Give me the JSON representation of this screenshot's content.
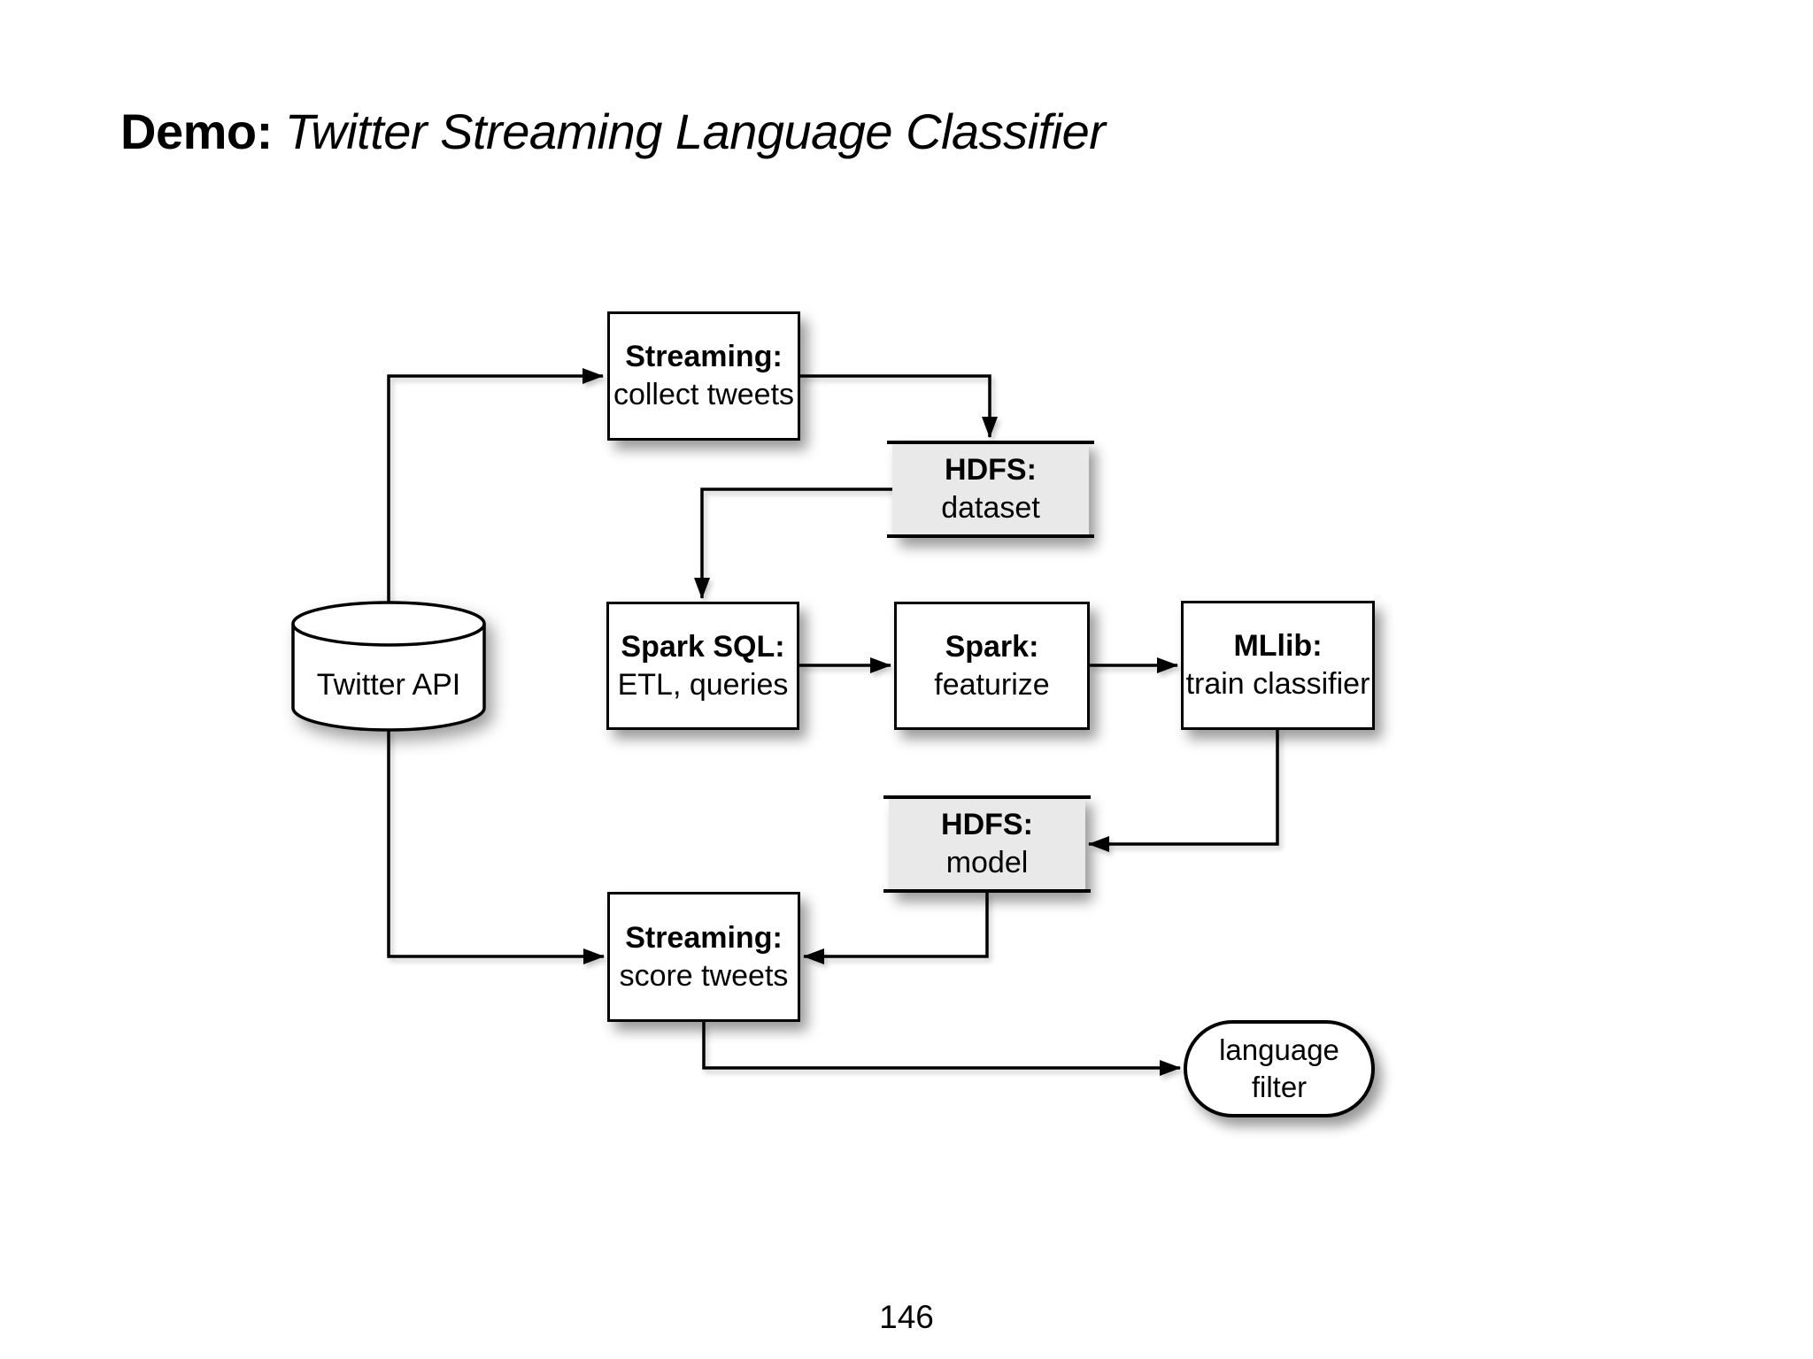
{
  "slide": {
    "title_prefix": "Demo:",
    "title_rest": "Twitter Streaming Language Classifier",
    "page_number": "146",
    "background": "#ffffff"
  },
  "diagram": {
    "colors": {
      "box_fill": "#ffffff",
      "datastore_fill": "#e9e9e9",
      "stroke": "#000000",
      "text": "#000000"
    },
    "nodes": [
      {
        "id": "streaming-collect",
        "shape": "rect",
        "label1": "Streaming:",
        "label2": "collect tweets"
      },
      {
        "id": "hdfs-dataset",
        "shape": "datastore",
        "label1": "HDFS:",
        "label2": "dataset"
      },
      {
        "id": "twitter-api",
        "shape": "cylinder",
        "label1": "Twitter API",
        "label2": ""
      },
      {
        "id": "spark-sql",
        "shape": "rect",
        "label1": "Spark SQL:",
        "label2": "ETL, queries"
      },
      {
        "id": "spark-featurize",
        "shape": "rect",
        "label1": "Spark:",
        "label2": "featurize"
      },
      {
        "id": "mllib",
        "shape": "rect",
        "label1": "MLlib:",
        "label2": "train classifier"
      },
      {
        "id": "hdfs-model",
        "shape": "datastore",
        "label1": "HDFS:",
        "label2": "model"
      },
      {
        "id": "streaming-score",
        "shape": "rect",
        "label1": "Streaming:",
        "label2": "score tweets"
      },
      {
        "id": "language-filter",
        "shape": "pill",
        "label1": "language",
        "label2": "filter"
      }
    ],
    "edges": [
      {
        "from": "twitter-api",
        "to": "streaming-collect"
      },
      {
        "from": "streaming-collect",
        "to": "hdfs-dataset"
      },
      {
        "from": "hdfs-dataset",
        "to": "spark-sql"
      },
      {
        "from": "spark-sql",
        "to": "spark-featurize"
      },
      {
        "from": "spark-featurize",
        "to": "mllib"
      },
      {
        "from": "mllib",
        "to": "hdfs-model"
      },
      {
        "from": "hdfs-model",
        "to": "streaming-score"
      },
      {
        "from": "twitter-api",
        "to": "streaming-score"
      },
      {
        "from": "streaming-score",
        "to": "language-filter"
      }
    ]
  }
}
